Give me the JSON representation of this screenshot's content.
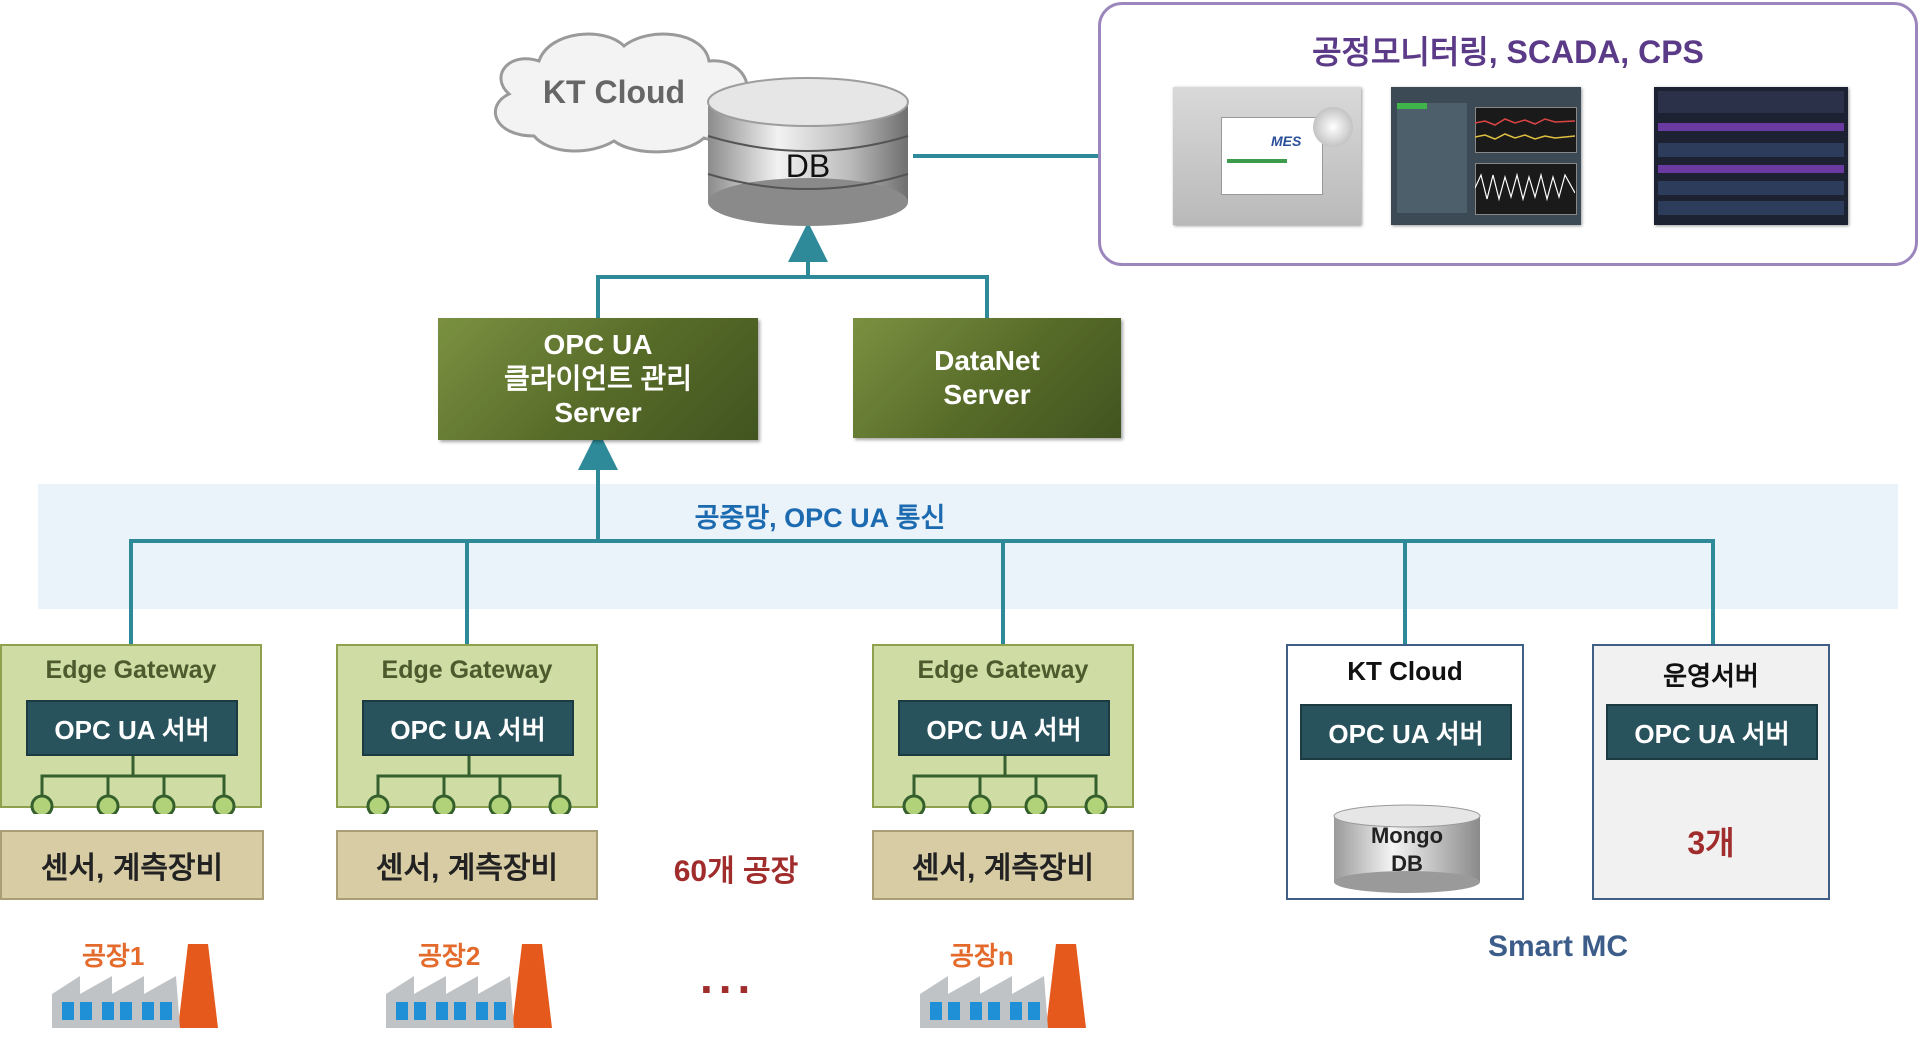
{
  "cloud": {
    "label": "KT Cloud"
  },
  "database": {
    "label": "DB"
  },
  "monitoring": {
    "title": "공정모니터링, SCADA,  CPS",
    "screens": [
      "mes-screen",
      "scada-screen",
      "cps-screen"
    ],
    "mes_logo": "MES"
  },
  "servers": {
    "opc_client": {
      "line1": "OPC UA",
      "line2": "클라이언트 관리",
      "line3": "Server"
    },
    "datanet": {
      "line1": "DataNet",
      "line2": "Server"
    }
  },
  "network": {
    "label": "공중망, OPC UA 통신"
  },
  "gateways": [
    {
      "title": "Edge Gateway",
      "opc": "OPC UA 서버",
      "sensor": "센서, 계측장비",
      "factory": "공장1"
    },
    {
      "title": "Edge Gateway",
      "opc": "OPC UA 서버",
      "sensor": "센서, 계측장비",
      "factory": "공장2"
    },
    {
      "title": "Edge Gateway",
      "opc": "OPC UA 서버",
      "sensor": "센서, 계측장비",
      "factory": "공장n"
    }
  ],
  "factory_count": "60개 공장",
  "ellipsis": "...",
  "smart_mc": {
    "label": "Smart MC",
    "kt_cloud": {
      "title": "KT Cloud",
      "opc": "OPC UA 서버",
      "mongo_line1": "Mongo",
      "mongo_line2": "DB"
    },
    "ops_server": {
      "title": "운영서버",
      "opc": "OPC UA 서버",
      "count": "3개"
    }
  },
  "colors": {
    "wire": "#2e8a98",
    "green": "#566a28",
    "opc_box": "#28525c",
    "purple": "#9c87bd"
  }
}
